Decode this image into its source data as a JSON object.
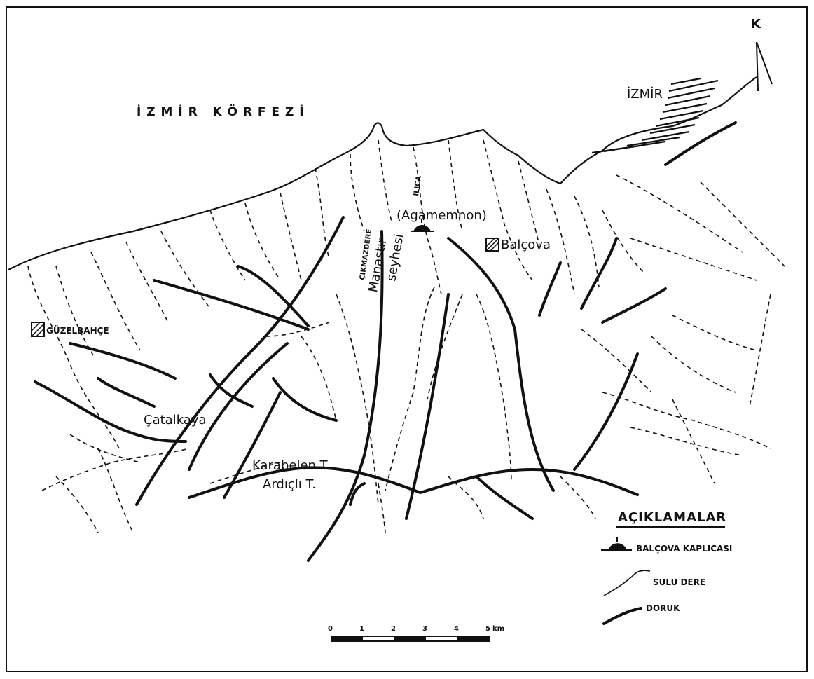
{
  "map": {
    "sea_label": "İ Z M İ R   K Ö R F E Z İ",
    "north_label": "K",
    "places": {
      "izmir": "İZMİR",
      "guzelbahce": "GÜZELBAHÇE",
      "balcova": "Balçova",
      "agamemnon": "(Agamemnon)",
      "catalkaya": "Çatalkaya",
      "karabelen": "Karabelen T.",
      "ardicli": "Ardıçlı T.",
      "manastir": "Manastır",
      "seyhesi": "seyhesi",
      "stream_a": "ÇİKMAZDERE",
      "stream_b": "ILICA"
    },
    "legend": {
      "title": "AÇIKLAMALAR",
      "items": [
        {
          "label": "BALÇOVA KAPLICASI",
          "icon": "spring-icon"
        },
        {
          "label": "SULU DERE",
          "icon": "stream-line-icon"
        },
        {
          "label": "DORUK",
          "icon": "ridge-line-icon"
        }
      ]
    },
    "scale": {
      "ticks": [
        "0",
        "1",
        "2",
        "3",
        "4",
        "5"
      ],
      "unit": "km"
    }
  }
}
